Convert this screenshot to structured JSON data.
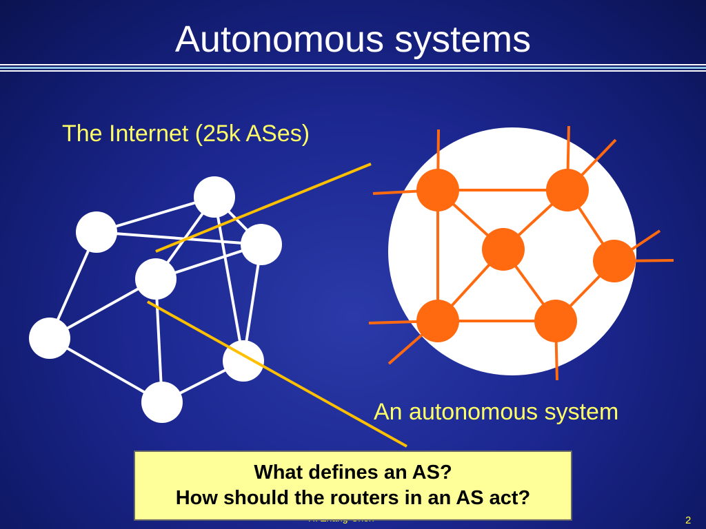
{
  "slide": {
    "title": "Autonomous systems",
    "internet_label": "The Internet (25k ASes)",
    "as_label": "An autonomous system",
    "questions": [
      "What defines an AS?",
      "How should the routers in an AS act?"
    ],
    "footer_author": "H. Zhang-Chen",
    "page_number": "2"
  },
  "diagram": {
    "internet_graph": {
      "nodes": [
        "n1",
        "n2",
        "n3",
        "n4",
        "n5",
        "n6",
        "n7"
      ],
      "edges": [
        [
          "n1",
          "n2"
        ],
        [
          "n2",
          "n3"
        ],
        [
          "n1",
          "n3"
        ],
        [
          "n2",
          "n4"
        ],
        [
          "n3",
          "n4"
        ],
        [
          "n1",
          "n5"
        ],
        [
          "n4",
          "n5"
        ],
        [
          "n5",
          "n7"
        ],
        [
          "n4",
          "n7"
        ],
        [
          "n2",
          "n6"
        ],
        [
          "n3",
          "n6"
        ],
        [
          "n6",
          "n7"
        ]
      ]
    },
    "as_graph": {
      "routers": [
        "r1",
        "r2",
        "r3",
        "r4",
        "r5",
        "r6"
      ],
      "edges": [
        [
          "r1",
          "r2"
        ],
        [
          "r1",
          "r5"
        ],
        [
          "r1",
          "r3"
        ],
        [
          "r2",
          "r3"
        ],
        [
          "r2",
          "r4"
        ],
        [
          "r3",
          "r5"
        ],
        [
          "r3",
          "r6"
        ],
        [
          "r4",
          "r6"
        ],
        [
          "r5",
          "r6"
        ]
      ]
    },
    "colors": {
      "background": "#1c2790",
      "internet_node": "#ffffff",
      "internet_edge": "#ffffff",
      "as_circle": "#ffffff",
      "router": "#ff6a10",
      "zoom_line": "#ffc000",
      "label": "#ffff66"
    }
  }
}
